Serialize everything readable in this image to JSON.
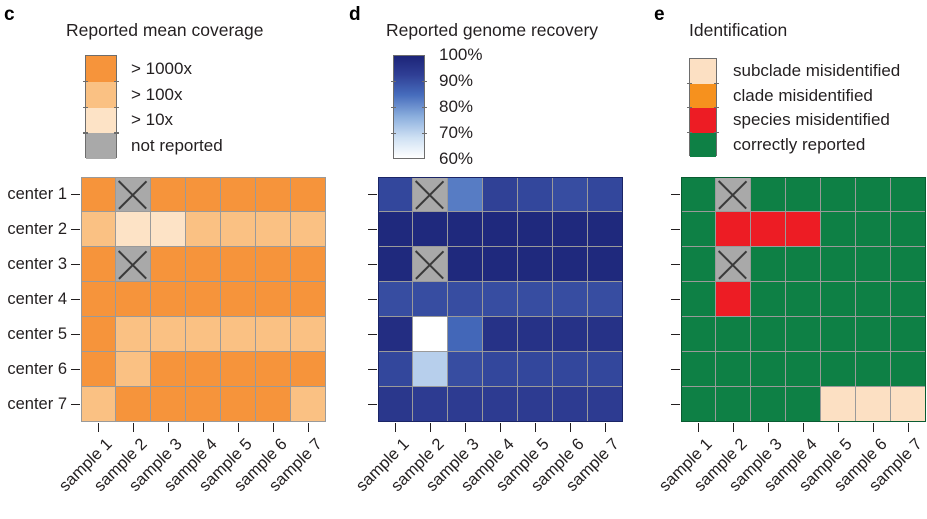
{
  "figure": {
    "rows": [
      "center 1",
      "center 2",
      "center 3",
      "center 4",
      "center 5",
      "center 6",
      "center 7"
    ],
    "columns": [
      "sample 1",
      "sample 2",
      "sample 3",
      "sample 4",
      "sample 5",
      "sample 6",
      "sample 7"
    ],
    "not_reported_color": "#a9a9a9"
  },
  "panels": {
    "c": {
      "letter": "c",
      "title": "Reported mean coverage",
      "legend": [
        {
          "label": "> 1000x",
          "color": "#F6943B"
        },
        {
          "label": "> 100x",
          "color": "#FAC183"
        },
        {
          "label": "> 10x",
          "color": "#FDE3C6"
        },
        {
          "label": "not reported",
          "color": "#a9a9a9"
        }
      ]
    },
    "d": {
      "letter": "d",
      "title": "Reported genome recovery",
      "legend_ticks": [
        "100%",
        "90%",
        "80%",
        "70%",
        "60%"
      ],
      "gradient_top": "#1C2478",
      "gradient_bottom": "#FFFFFF"
    },
    "e": {
      "letter": "e",
      "title": "Identification",
      "legend": [
        {
          "label": "subclade misidentified",
          "color": "#FCE0C3"
        },
        {
          "label": "clade misidentified",
          "color": "#F6911E"
        },
        {
          "label": "species misidentified",
          "color": "#ED1C24"
        },
        {
          "label": "correctly reported",
          "color": "#0E8045"
        }
      ]
    }
  },
  "chart_data": [
    {
      "type": "heatmap",
      "panel": "c",
      "title": "Reported mean coverage",
      "xlabel": "",
      "ylabel": "",
      "x": [
        "sample 1",
        "sample 2",
        "sample 3",
        "sample 4",
        "sample 5",
        "sample 6",
        "sample 7"
      ],
      "y": [
        "center 1",
        "center 2",
        "center 3",
        "center 4",
        "center 5",
        "center 6",
        "center 7"
      ],
      "categories_legend": [
        "> 1000x",
        "> 100x",
        "> 10x",
        "not reported"
      ],
      "category_colors": {
        "> 1000x": "#F6943B",
        "> 100x": "#FAC183",
        "> 10x": "#FDE3C6",
        "not reported": "#a9a9a9"
      },
      "values": [
        [
          "> 1000x",
          "not reported",
          "> 1000x",
          "> 1000x",
          "> 1000x",
          "> 1000x",
          "> 1000x"
        ],
        [
          "> 100x",
          "> 10x",
          "> 10x",
          "> 100x",
          "> 100x",
          "> 100x",
          "> 100x"
        ],
        [
          "> 1000x",
          "not reported",
          "> 1000x",
          "> 1000x",
          "> 1000x",
          "> 1000x",
          "> 1000x"
        ],
        [
          "> 1000x",
          "> 1000x",
          "> 1000x",
          "> 1000x",
          "> 1000x",
          "> 1000x",
          "> 1000x"
        ],
        [
          "> 1000x",
          "> 100x",
          "> 100x",
          "> 100x",
          "> 100x",
          "> 100x",
          "> 100x"
        ],
        [
          "> 1000x",
          "> 100x",
          "> 1000x",
          "> 1000x",
          "> 1000x",
          "> 1000x",
          "> 1000x"
        ],
        [
          "> 100x",
          "> 1000x",
          "> 1000x",
          "> 1000x",
          "> 1000x",
          "> 1000x",
          "> 100x"
        ]
      ]
    },
    {
      "type": "heatmap",
      "panel": "d",
      "title": "Reported genome recovery",
      "xlabel": "",
      "ylabel": "",
      "x": [
        "sample 1",
        "sample 2",
        "sample 3",
        "sample 4",
        "sample 5",
        "sample 6",
        "sample 7"
      ],
      "y": [
        "center 1",
        "center 2",
        "center 3",
        "center 4",
        "center 5",
        "center 6",
        "center 7"
      ],
      "colorbar_range": [
        60,
        100
      ],
      "colorbar_ticks": [
        60,
        70,
        80,
        90,
        100
      ],
      "unit": "%",
      "masked_value": "not reported",
      "values": [
        [
          93,
          null,
          85,
          94,
          93,
          92,
          93
        ],
        [
          99,
          99,
          99,
          99,
          99,
          99,
          99
        ],
        [
          99,
          null,
          99,
          99,
          99,
          99,
          99
        ],
        [
          92,
          92,
          92,
          92,
          92,
          92,
          92
        ],
        [
          98,
          60,
          88,
          97,
          97,
          97,
          97
        ],
        [
          93,
          72,
          92,
          93,
          93,
          93,
          93
        ],
        [
          96,
          95,
          95,
          95,
          95,
          95,
          95
        ]
      ]
    },
    {
      "type": "heatmap",
      "panel": "e",
      "title": "Identification",
      "xlabel": "",
      "ylabel": "",
      "x": [
        "sample 1",
        "sample 2",
        "sample 3",
        "sample 4",
        "sample 5",
        "sample 6",
        "sample 7"
      ],
      "y": [
        "center 1",
        "center 2",
        "center 3",
        "center 4",
        "center 5",
        "center 6",
        "center 7"
      ],
      "categories_legend": [
        "subclade misidentified",
        "clade misidentified",
        "species misidentified",
        "correctly reported",
        "not reported"
      ],
      "category_colors": {
        "subclade misidentified": "#FCE0C3",
        "clade misidentified": "#F6911E",
        "species misidentified": "#ED1C24",
        "correctly reported": "#0E8045",
        "not reported": "#a9a9a9"
      },
      "values": [
        [
          "correctly reported",
          "not reported",
          "correctly reported",
          "correctly reported",
          "correctly reported",
          "correctly reported",
          "correctly reported"
        ],
        [
          "correctly reported",
          "species misidentified",
          "species misidentified",
          "species misidentified",
          "correctly reported",
          "correctly reported",
          "correctly reported"
        ],
        [
          "correctly reported",
          "not reported",
          "correctly reported",
          "correctly reported",
          "correctly reported",
          "correctly reported",
          "correctly reported"
        ],
        [
          "correctly reported",
          "species misidentified",
          "correctly reported",
          "correctly reported",
          "correctly reported",
          "correctly reported",
          "correctly reported"
        ],
        [
          "correctly reported",
          "correctly reported",
          "correctly reported",
          "correctly reported",
          "correctly reported",
          "correctly reported",
          "correctly reported"
        ],
        [
          "correctly reported",
          "correctly reported",
          "correctly reported",
          "correctly reported",
          "correctly reported",
          "correctly reported",
          "correctly reported"
        ],
        [
          "correctly reported",
          "correctly reported",
          "correctly reported",
          "correctly reported",
          "subclade misidentified",
          "subclade misidentified",
          "subclade misidentified"
        ]
      ]
    }
  ]
}
